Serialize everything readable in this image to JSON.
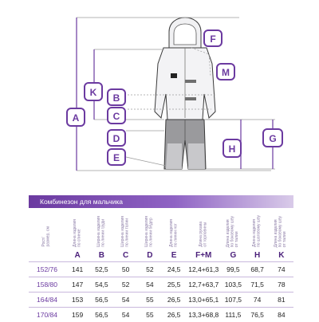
{
  "diagram": {
    "letters": [
      "A",
      "K",
      "B",
      "C",
      "D",
      "E",
      "F",
      "M",
      "H",
      "G"
    ]
  },
  "table": {
    "title": "Комбинезон для мальчика",
    "headers": [
      "Рост/\nразмер, см",
      "Длина изделия\nпо спинке",
      "Ширина изделия\nпо линии груди",
      "Ширина изделия\nпо линии талии",
      "Ширина изделия\nпо линии бёдер",
      "Длина изделия\nпо линии ног",
      "Длина рукава\nот горловины",
      "Длина изделия\nпо боковому шву\nот талии",
      "Длина изделия\nпо шаговому шву",
      "Длина изделия\nпо боковому шву\nот талии"
    ],
    "letters": [
      "",
      "A",
      "B",
      "C",
      "D",
      "E",
      "F+M",
      "G",
      "H",
      "K"
    ],
    "rows": [
      [
        "152/76",
        "141",
        "52,5",
        "50",
        "52",
        "24,5",
        "12,4+61,3",
        "99,5",
        "68,7",
        "74"
      ],
      [
        "158/80",
        "147",
        "54,5",
        "52",
        "54",
        "25,5",
        "12,7+63,7",
        "103,5",
        "71,5",
        "78"
      ],
      [
        "164/84",
        "153",
        "56,5",
        "54",
        "55",
        "26,5",
        "13,0+65,1",
        "107,5",
        "74",
        "81"
      ],
      [
        "170/84",
        "159",
        "56,5",
        "54",
        "55",
        "26,5",
        "13,3+68,8",
        "111,5",
        "76,5",
        "84"
      ]
    ]
  }
}
